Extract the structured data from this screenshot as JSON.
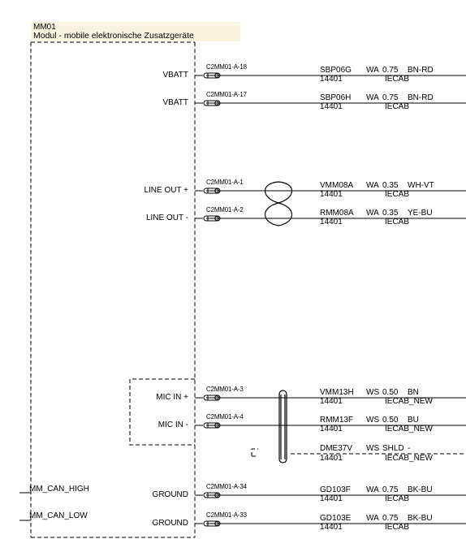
{
  "module": {
    "code": "MM01",
    "title": "Modul - mobile elektronische Zusatzgeräte"
  },
  "external_signals": [
    "MM_CAN_HIGH",
    "MM_CAN_LOW"
  ],
  "pins": [
    {
      "label": "VBATT",
      "connector": "C2MM01-A-18",
      "wire": "SBP06G",
      "code": "14401",
      "type": "WA",
      "gauge": "0.75",
      "color": "BN-RD",
      "harness": "IECAB"
    },
    {
      "label": "VBATT",
      "connector": "C2MM01-A-17",
      "wire": "SBP06H",
      "code": "14401",
      "type": "WA",
      "gauge": "0.75",
      "color": "BN-RD",
      "harness": "IECAB"
    },
    {
      "label": "LINE OUT +",
      "connector": "C2MM01-A-1",
      "wire": "VMM08A",
      "code": "14401",
      "type": "WA",
      "gauge": "0.35",
      "color": "WH-VT",
      "harness": "IECAB"
    },
    {
      "label": "LINE OUT -",
      "connector": "C2MM01-A-2",
      "wire": "RMM08A",
      "code": "14401",
      "type": "WA",
      "gauge": "0.35",
      "color": "YE-BU",
      "harness": "IECAB"
    },
    {
      "label": "MIC IN +",
      "connector": "C2MM01-A-3",
      "wire": "VMM13H",
      "code": "14401",
      "type": "WS",
      "gauge": "0.50",
      "color": "BN",
      "harness": "IECAB_NEW"
    },
    {
      "label": "MIC IN -",
      "connector": "C2MM01-A-4",
      "wire": "RMM13F",
      "code": "14401",
      "type": "WS",
      "gauge": "0.50",
      "color": "BU",
      "harness": "IECAB_NEW"
    },
    {
      "label": "GROUND",
      "connector": "C2MM01-A-34",
      "wire": "GD103F",
      "code": "14401",
      "type": "WA",
      "gauge": "0.75",
      "color": "BK-BU",
      "harness": "IECAB"
    },
    {
      "label": "GROUND",
      "connector": "C2MM01-A-33",
      "wire": "GD103E",
      "code": "14401",
      "type": "WA",
      "gauge": "0.75",
      "color": "BK-BU",
      "harness": "IECAB"
    }
  ],
  "shield_wire": {
    "wire": "DME37V",
    "code": "14401",
    "type": "WS",
    "gauge": "SHLD",
    "color": "-",
    "harness": "IECAB_NEW"
  }
}
